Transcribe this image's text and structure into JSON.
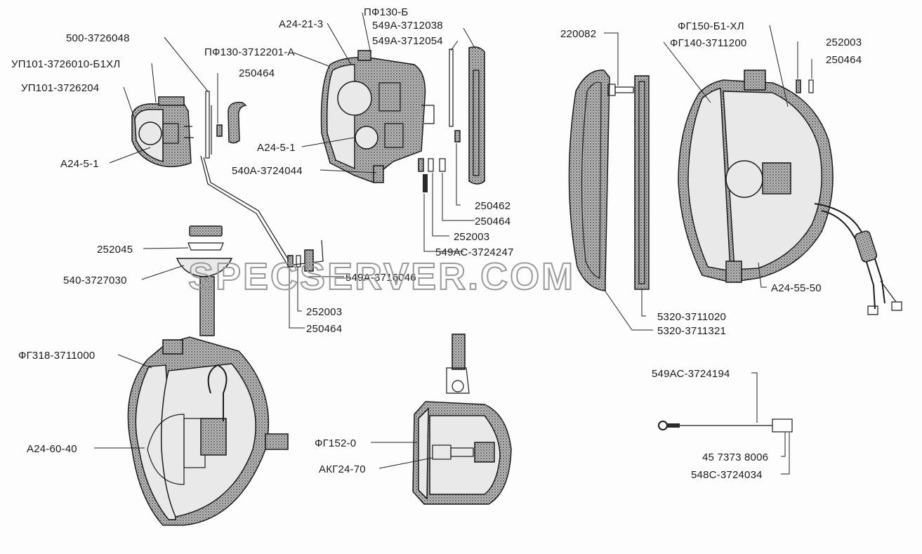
{
  "watermark": "SPECSERVER.COM",
  "labels": {
    "l_500_3726048": "500-3726048",
    "l_up101_3726010": "УП101-3726010-Б1ХЛ",
    "l_up101_3726204": "УП101-3726204",
    "l_a24_5_1_left": "А24-5-1",
    "l_a24_21_3": "А24-21-3",
    "l_pf130_b": "ПФ130-Б",
    "l_549a_3712038": "549А-3712038",
    "l_549a_3712054": "549А-3712054",
    "l_pf130_3712201": "ПФ130-3712201-А",
    "l_250464_top": "250464",
    "l_a24_5_1_mid": "А24-5-1",
    "l_540a_3724044": "540А-3724044",
    "l_250462": "250462",
    "l_250464_mid": "250464",
    "l_252003_mid": "252003",
    "l_549ac_3724247": "549АС-3724247",
    "l_252045": "252045",
    "l_540_3727030": "540-3727030",
    "l_549a_3716046": "549А-3716046",
    "l_252003_low": "252003",
    "l_250464_low": "250464",
    "l_220082": "220082",
    "l_fg150": "ФГ150-Б1-ХЛ",
    "l_fg140": "ФГ140-3711200",
    "l_252003_right": "252003",
    "l_250464_right": "250464",
    "l_a24_55_50": "А24-55-50",
    "l_5320_3711020": "5320-3711020",
    "l_5320_3711321": "5320-3711321",
    "l_fg318": "ФГ318-3711000",
    "l_a24_60_40": "А24-60-40",
    "l_fg152": "ФГ152-0",
    "l_akg24_70": "АКГ24-70",
    "l_549ac_3724194": "549АС-3724194",
    "l_45_7373": "45 7373 8006",
    "l_548c_3724034": "548С-3724034"
  }
}
